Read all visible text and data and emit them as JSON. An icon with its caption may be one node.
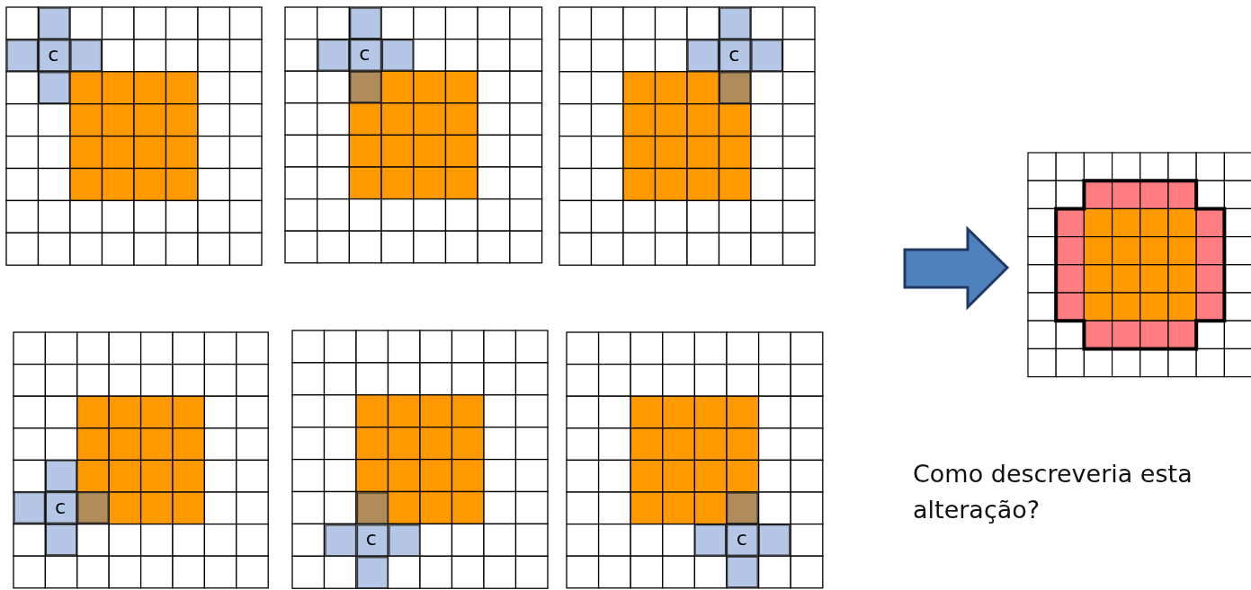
{
  "diagram": {
    "nodes": [
      {
        "text": [
          "c"
        ]
      },
      {
        "text": [
          "c"
        ]
      },
      {
        "text": [
          "c"
        ]
      },
      {
        "text": [
          "c"
        ]
      },
      {
        "text": [
          "c"
        ]
      },
      {
        "text": [
          "c"
        ]
      }
    ],
    "labels": [
      "Como descreveria esta alteração?"
    ]
  }
}
